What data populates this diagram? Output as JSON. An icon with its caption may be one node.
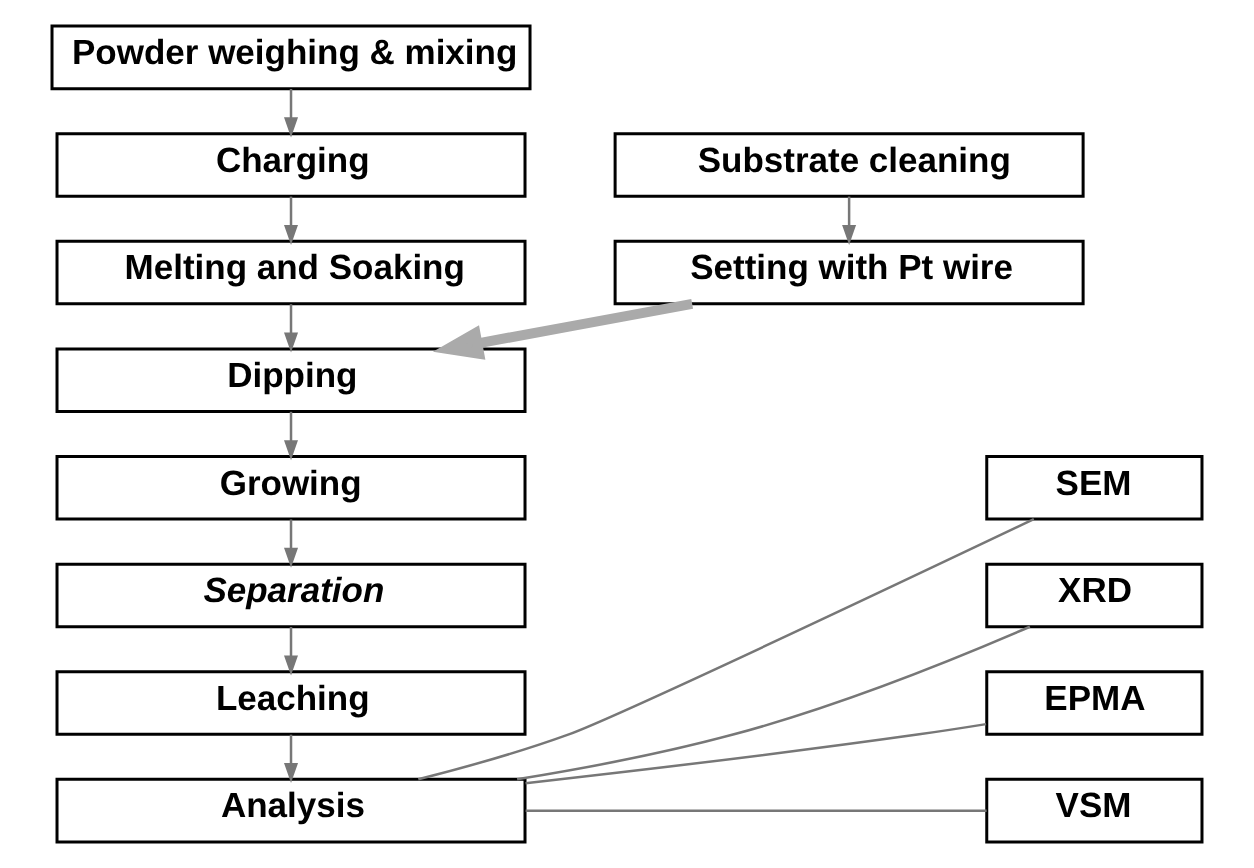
{
  "diagram": {
    "nodes": [
      {
        "text": [
          "Powder weighing & mixing"
        ]
      },
      {
        "text": [
          "Charging"
        ]
      },
      {
        "text": [
          "Melting and Soaking"
        ]
      },
      {
        "text": [
          "Dipping"
        ]
      },
      {
        "text": [
          "Growing"
        ]
      },
      {
        "text": [
          "Separation"
        ]
      },
      {
        "text": [
          "Leaching"
        ]
      },
      {
        "text": [
          "Analysis"
        ]
      },
      {
        "text": [
          "Substrate cleaning"
        ]
      },
      {
        "text": [
          "Setting with Pt wire"
        ]
      },
      {
        "text": [
          "SEM"
        ]
      },
      {
        "text": [
          "XRD"
        ]
      },
      {
        "text": [
          "EPMA"
        ]
      },
      {
        "text": [
          "VSM"
        ]
      }
    ],
    "edges": [
      {
        "from": 0,
        "to": 1,
        "arrow": "to"
      },
      {
        "from": 1,
        "to": 2,
        "arrow": "to"
      },
      {
        "from": 2,
        "to": 3,
        "arrow": "to"
      },
      {
        "from": 3,
        "to": 4,
        "arrow": "to"
      },
      {
        "from": 4,
        "to": 5,
        "arrow": "to"
      },
      {
        "from": 5,
        "to": 6,
        "arrow": "to"
      },
      {
        "from": 6,
        "to": 7,
        "arrow": "to"
      },
      {
        "from": 8,
        "to": 9,
        "arrow": "to"
      },
      {
        "from": 9,
        "to": 3,
        "arrow": "to",
        "style": "thick",
        "color": "#aaaaaa"
      },
      {
        "from": 7,
        "to": 10,
        "arrow": "none"
      },
      {
        "from": 7,
        "to": 11,
        "arrow": "none"
      },
      {
        "from": 7,
        "to": 12,
        "arrow": "none"
      },
      {
        "from": 7,
        "to": 13,
        "arrow": "none"
      }
    ]
  }
}
